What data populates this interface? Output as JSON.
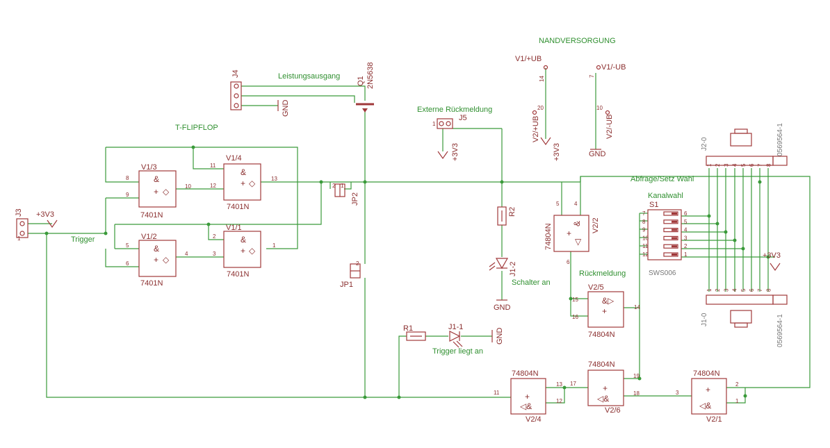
{
  "labels": {
    "nandversorgung": "NANDVERSORGUNG",
    "leistungsausgang": "Leistungsausgang",
    "t_flipflop": "T-FLIPFLOP",
    "externe_rueckmeldung": "Externe Rückmeldung",
    "abfrage_setz_wahl": "Abfrage/Setz Wahl",
    "kanalwahl": "Kanalwahl",
    "rueckmeldung": "Rückmeldung",
    "schalter_an": "Schalter an",
    "trigger_liegt_an": "Trigger liegt an",
    "trigger": "Trigger"
  },
  "parts": {
    "j4": "J4",
    "q1_name": "Q1",
    "q1_value": "2N5638",
    "j5": "J5",
    "j3": "J3",
    "jp1": "JP1",
    "jp2": "JP2",
    "r1": "R1",
    "r2": "R2",
    "led_j1_1": "J1-1",
    "led_j1_2": "J1-2",
    "dip_s1": "S1",
    "dip_value": "SWS006",
    "j2_0": "J2-0",
    "j1_0": "J1-0",
    "conn_value": "0569564-1",
    "gate_value_7401": "7401N",
    "gate_value_74804": "74804N",
    "v1_1": "V1/1",
    "v1_2": "V1/2",
    "v1_3": "V1/3",
    "v1_4": "V1/4",
    "v2_1": "V2/1",
    "v2_2": "V2/2",
    "v2_4": "V2/4",
    "v2_5": "V2/5",
    "v2_6": "V2/6"
  },
  "power": {
    "gnd": "GND",
    "plus_3v3": "+3V3",
    "v1_ub_plus": "V1/+UB",
    "v1_ub_minus": "V1/-UB",
    "v2_ub_plus": "V2/+UB",
    "v2_ub_minus": "V2/-UB"
  },
  "pins": {
    "v13": [
      "8",
      "9",
      "10"
    ],
    "v14": [
      "11",
      "12",
      "13"
    ],
    "v12": [
      "5",
      "6",
      "4"
    ],
    "v11": [
      "2",
      "3",
      "1"
    ],
    "v22": [
      "5",
      "4",
      "6"
    ],
    "v25": [
      "15",
      "16",
      "14"
    ],
    "v24": [
      "11",
      "13",
      "12"
    ],
    "v26": [
      "17",
      "19",
      "18"
    ],
    "v21": [
      "3",
      "2",
      "1"
    ],
    "supply": [
      "14",
      "7",
      "20",
      "10"
    ],
    "jp": [
      "2",
      "1"
    ],
    "j": [
      "1",
      "2"
    ],
    "dip_left": [
      "7",
      "8",
      "9",
      "10",
      "11",
      "12"
    ],
    "dip_right": [
      "6",
      "5",
      "4",
      "3",
      "2",
      "1"
    ],
    "conn": [
      "1",
      "2",
      "3",
      "4",
      "5",
      "6",
      "7",
      "8"
    ]
  },
  "glyphs": {
    "and": "&",
    "plus": "+",
    "buf_right": "&▷",
    "buf_left": "◁&",
    "open_drain": "◇",
    "down": "▽"
  }
}
